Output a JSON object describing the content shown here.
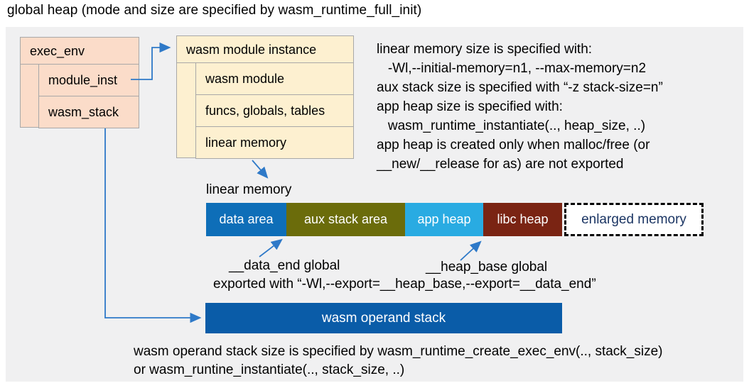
{
  "title": "global heap (mode and size are specified by wasm_runtime_full_init)",
  "exec_env": {
    "header": "exec_env",
    "fields": [
      "module_inst",
      "wasm_stack"
    ]
  },
  "module_instance": {
    "header": "wasm module instance",
    "fields": [
      "wasm module",
      "funcs, globals, tables",
      "linear memory"
    ]
  },
  "notes_right": {
    "lines": [
      "linear memory size is specified with:",
      "   -Wl,--initial-memory=n1, --max-memory=n2",
      "aux stack size is specified with “-z stack-size=n”",
      "app heap size is specified with:",
      "   wasm_runtime_instantiate(.., heap_size, ..)",
      "app heap is created only when malloc/free (or",
      "__new/__release for as) are not exported"
    ]
  },
  "linear_memory": {
    "label": "linear memory",
    "segments": [
      {
        "label": "data area",
        "color": "#0e6eb8"
      },
      {
        "label": "aux stack area",
        "color": "#6b6c0b"
      },
      {
        "label": "app heap",
        "color": "#29abe2"
      },
      {
        "label": "libc heap",
        "color": "#7a2413"
      }
    ],
    "enlarged": {
      "label": "enlarged memory",
      "text_color": "#1c3664"
    }
  },
  "annotations": {
    "data_end_label": "__data_end global",
    "heap_base_label": "__heap_base global",
    "export_line": "exported with “-Wl,--export=__heap_base,--export=__data_end”"
  },
  "operand_stack": {
    "label": "wasm operand stack",
    "color": "#0a5ca8"
  },
  "bottom_notes": {
    "lines": [
      "wasm operand stack size is specified by wasm_runtime_create_exec_env(.., stack_size)",
      "or wasm_runtine_instantiate(.., stack_size, ..)"
    ]
  },
  "colors": {
    "panel": "#f0f0f1",
    "box_pink": "#fbdcc9",
    "box_cream": "#fdf0d0",
    "border": "#a8a8a8",
    "arrow": "#2e79c8"
  }
}
